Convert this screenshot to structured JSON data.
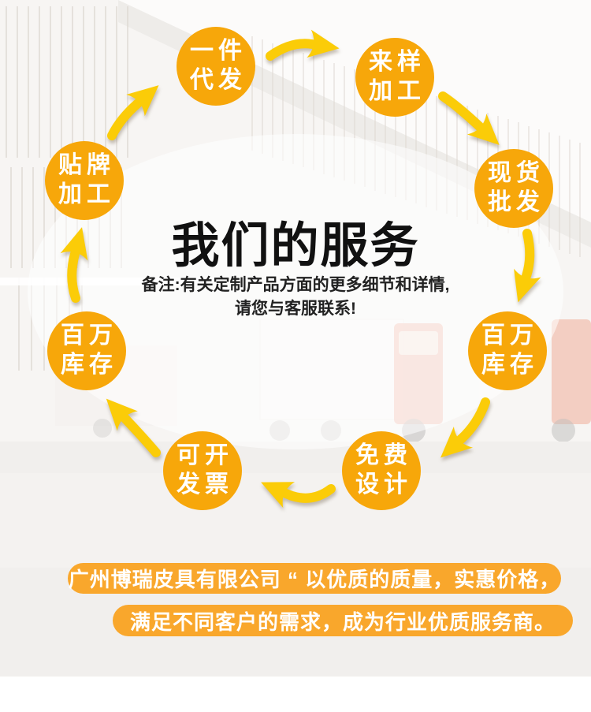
{
  "title": "我们的服务",
  "note": {
    "line1": "备注:有关定制产品方面的更多细节和详情,",
    "line2": "请您与客服联系!"
  },
  "services": [
    {
      "id": "one-piece-dropship",
      "line1": "一件",
      "line2": "代发"
    },
    {
      "id": "sample-processing",
      "line1": "来样",
      "line2": "加工"
    },
    {
      "id": "in-stock-wholesale",
      "line1": "现货",
      "line2": "批发"
    },
    {
      "id": "million-inventory-right",
      "line1": "百万",
      "line2": "库存"
    },
    {
      "id": "free-design",
      "line1": "免费",
      "line2": "设计"
    },
    {
      "id": "invoice-available",
      "line1": "可开",
      "line2": "发票"
    },
    {
      "id": "million-inventory-left",
      "line1": "百万",
      "line2": "库存"
    },
    {
      "id": "oem-branding",
      "line1": "贴牌",
      "line2": "加工"
    }
  ],
  "banners": [
    {
      "text": "广州博瑞皮具有限公司 “ 以优质的质量，实惠价格，"
    },
    {
      "text": "满足不同客户的需求，成为行业优质服务商。"
    }
  ],
  "colors": {
    "bubble_orange": "#F7A70A",
    "arrow_yellow": "#FBCC08",
    "banner_orange": "#F9A72C",
    "title_black": "#111111",
    "note_dark": "#222222",
    "white_text": "#FFFFFF",
    "truck_red": "#E8603A"
  }
}
